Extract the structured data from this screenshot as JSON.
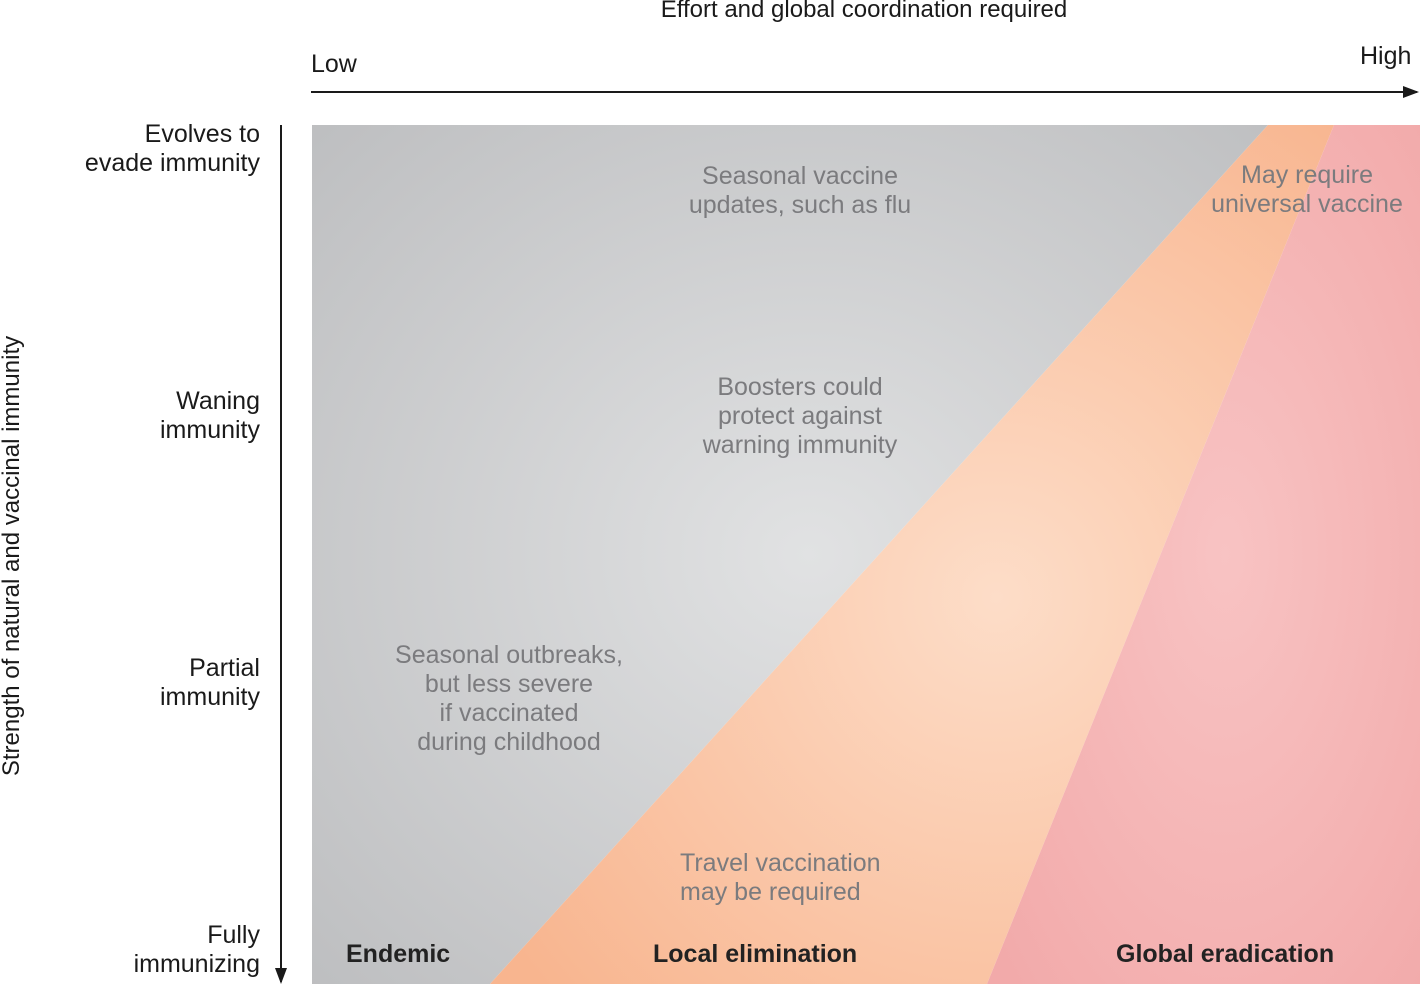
{
  "x_axis": {
    "title": "Effort and global coordination required",
    "low_label": "Low",
    "high_label": "High"
  },
  "y_axis": {
    "title": "Strength of natural and vaccinal immunity",
    "levels": [
      {
        "line1": "Evolves to",
        "line2": "evade immunity"
      },
      {
        "line1": "Waning",
        "line2": "immunity"
      },
      {
        "line1": "Partial",
        "line2": "immunity"
      },
      {
        "line1": "Fully",
        "line2": "immunizing"
      }
    ]
  },
  "zones": {
    "endemic": "Endemic",
    "local_elimination": "Local elimination",
    "global_eradication": "Global eradication"
  },
  "annotations": {
    "seasonal_vaccine": [
      "Seasonal vaccine",
      "updates, such as flu"
    ],
    "boosters": [
      "Boosters could",
      "protect against",
      "warning immunity"
    ],
    "seasonal_outbreaks": [
      "Seasonal outbreaks,",
      "but less severe",
      "if vaccinated",
      "during childhood"
    ],
    "travel": [
      "Travel vaccination",
      "may be required"
    ],
    "universal": [
      "May require",
      "universal vaccine"
    ]
  },
  "colors": {
    "endemic_fill": "#c4c5c7",
    "local_fill": "#f9b994",
    "global_fill": "#f3aeae",
    "annotation_text": "#7b7b7e"
  }
}
